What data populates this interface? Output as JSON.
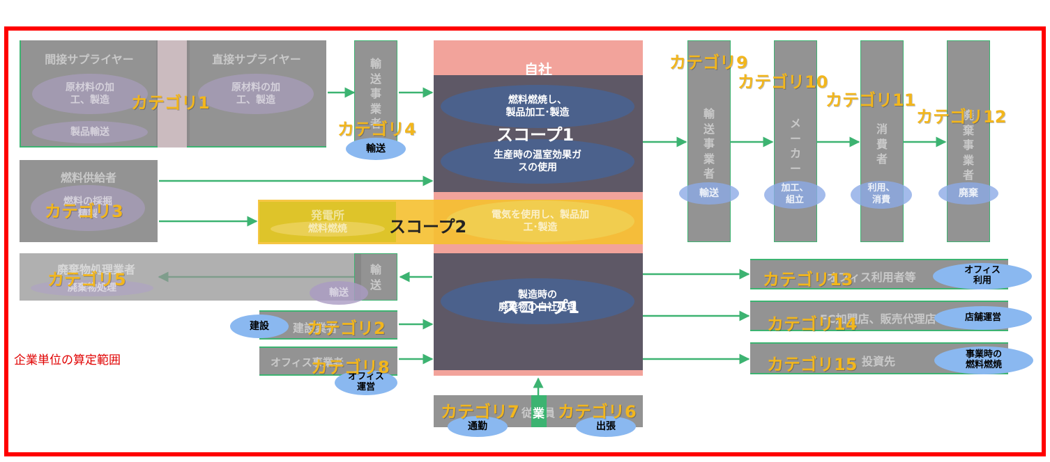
{
  "self": {
    "title": "自社"
  },
  "scope1_top": {
    "label": "スコープ1",
    "ellipse1": "燃料燃焼し、\n製品加工･製造",
    "ellipse2": "生産時の温室効果ガ\nスの使用"
  },
  "scope2": {
    "label": "スコープ2",
    "ellipse": "電気を使用し、製品加\n工･製造"
  },
  "scope1_bottom": {
    "label": "スコープ1",
    "ellipse": "製造時の\n廃棄物の自社処理"
  },
  "upstream": {
    "indirect_supplier": {
      "title": "間接サプライヤー",
      "ellipse1": "原材料の加\n工、製造",
      "ellipse2": "製品輸送"
    },
    "direct_supplier": {
      "title": "直接サプライヤー",
      "ellipse1": "原材料の加\n工、製造"
    },
    "transport": {
      "vertical": "輸\n送\n事\n業\n者",
      "ellipse": "輸送"
    },
    "fuel_supplier": {
      "title": "燃料供給者",
      "ellipse1": "燃料の採掘",
      "ellipse2": "精製"
    },
    "power_plant": {
      "title": "発電所",
      "ellipse": "燃料燃焼"
    },
    "waste_processor": {
      "title": "廃棄物処理業者",
      "ellipse": "廃棄物処理"
    },
    "waste_transport": {
      "vertical": "輸\n送",
      "ellipse": "輸送"
    },
    "construction": {
      "title": "建設業者",
      "ellipse": "建設"
    },
    "office": {
      "title": "オフィス事業者",
      "ellipse": "オフィス\n運営"
    },
    "employees": {
      "title": "従業員",
      "commute": "通勤",
      "trip": "出張"
    }
  },
  "downstream": {
    "transport": {
      "vertical": "輸\n送\n事\n業\n者",
      "ellipse": "輸送"
    },
    "maker": {
      "vertical": "メ\nー\nカ\nー",
      "ellipse": "加工、\n組立"
    },
    "consumer": {
      "vertical": "消\n費\n者",
      "ellipse": "利用、\n消費"
    },
    "disposal": {
      "vertical": "廃\n棄\n事\n業\n者",
      "ellipse": "廃棄"
    },
    "lessee": {
      "title": "オフィス利用者等",
      "ellipse": "オフィス\n利用"
    },
    "franchise": {
      "title": "FC加盟店、販売代理店",
      "ellipse": "店舗運営"
    },
    "investee": {
      "title": "投資先",
      "ellipse": "事業時の\n燃料燃焼"
    }
  },
  "categories": {
    "c1": "カテゴリ1",
    "c2": "カテゴリ2",
    "c3": "カテゴリ3",
    "c4": "カテゴリ4",
    "c5": "カテゴリ5",
    "c6": "カテゴリ6",
    "c7": "カテゴリ7",
    "c8": "カテゴリ8",
    "c9": "カテゴリ9",
    "c10": "カテゴリ10",
    "c11": "カテゴリ11",
    "c12": "カテゴリ12",
    "c13": "カテゴリ13",
    "c14": "カテゴリ14",
    "c15": "カテゴリ15"
  },
  "employee_marker": "業",
  "boundary_label": "企業単位の算定範囲",
  "colors": {
    "frame": "#ff0000",
    "category": "#f2b61d",
    "arrow": "#3cb371",
    "self_band": "#f2a39b",
    "scope_dark": "#5e5866",
    "scope2_band": "#f5c030"
  }
}
